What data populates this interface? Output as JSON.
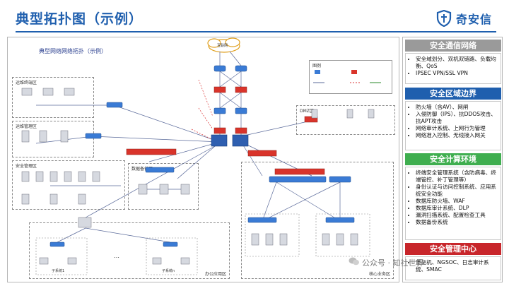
{
  "header": {
    "title": "典型拓扑图（示例）",
    "brand": "奇安信"
  },
  "diagram": {
    "caption": "典型网络网络拓扑（示例）",
    "cloud_label": "互联网",
    "zones": {
      "ops_terminal": "运维终端区",
      "ops_mgmt": "运维管理区",
      "security_mgmt": "安全管理区",
      "dmz": "DMZ区",
      "data_backup": "数据备份区",
      "office": "办公应用区",
      "core_business": "核心业务区"
    },
    "subsystem_1": "子系统1",
    "subsystem_n": "子系统n",
    "ellipsis": "…",
    "legend_title": "图例"
  },
  "panel": {
    "sections": [
      {
        "title": "安全通信网络",
        "items": [
          "安全域划分、双机双链路、负载均衡、QoS",
          "IPSEC VPN/SSL VPN"
        ]
      },
      {
        "title": "安全区域边界",
        "items": [
          "防火墙（含AV）、网闸",
          "入侵防御（IPS）、抗DDOS攻击、抗APT攻击",
          "网络审计系统、上网行为管理",
          "网络准入控制、无线接入网关"
        ]
      },
      {
        "title": "安全计算环境",
        "items": [
          "终端安全管理系统（含防病毒、终端管控、补丁管理等）",
          "身份认证与访问控制系统、应用系统安全功能",
          "数据库防火墙、WAF",
          "数据库审计系统、DLP",
          "漏洞扫描系统、配置检查工具",
          "数据备份系统"
        ]
      },
      {
        "title": "安全管理中心",
        "items": [
          "堡垒机、NGSOC、日志审计系统、SMAC"
        ]
      }
    ]
  },
  "watermark": "公众号 · 知社世界",
  "colors": {
    "brand_blue": "#1f5fae",
    "gray": "#9a9a9a",
    "green": "#3fae4f",
    "red": "#c8262b"
  }
}
